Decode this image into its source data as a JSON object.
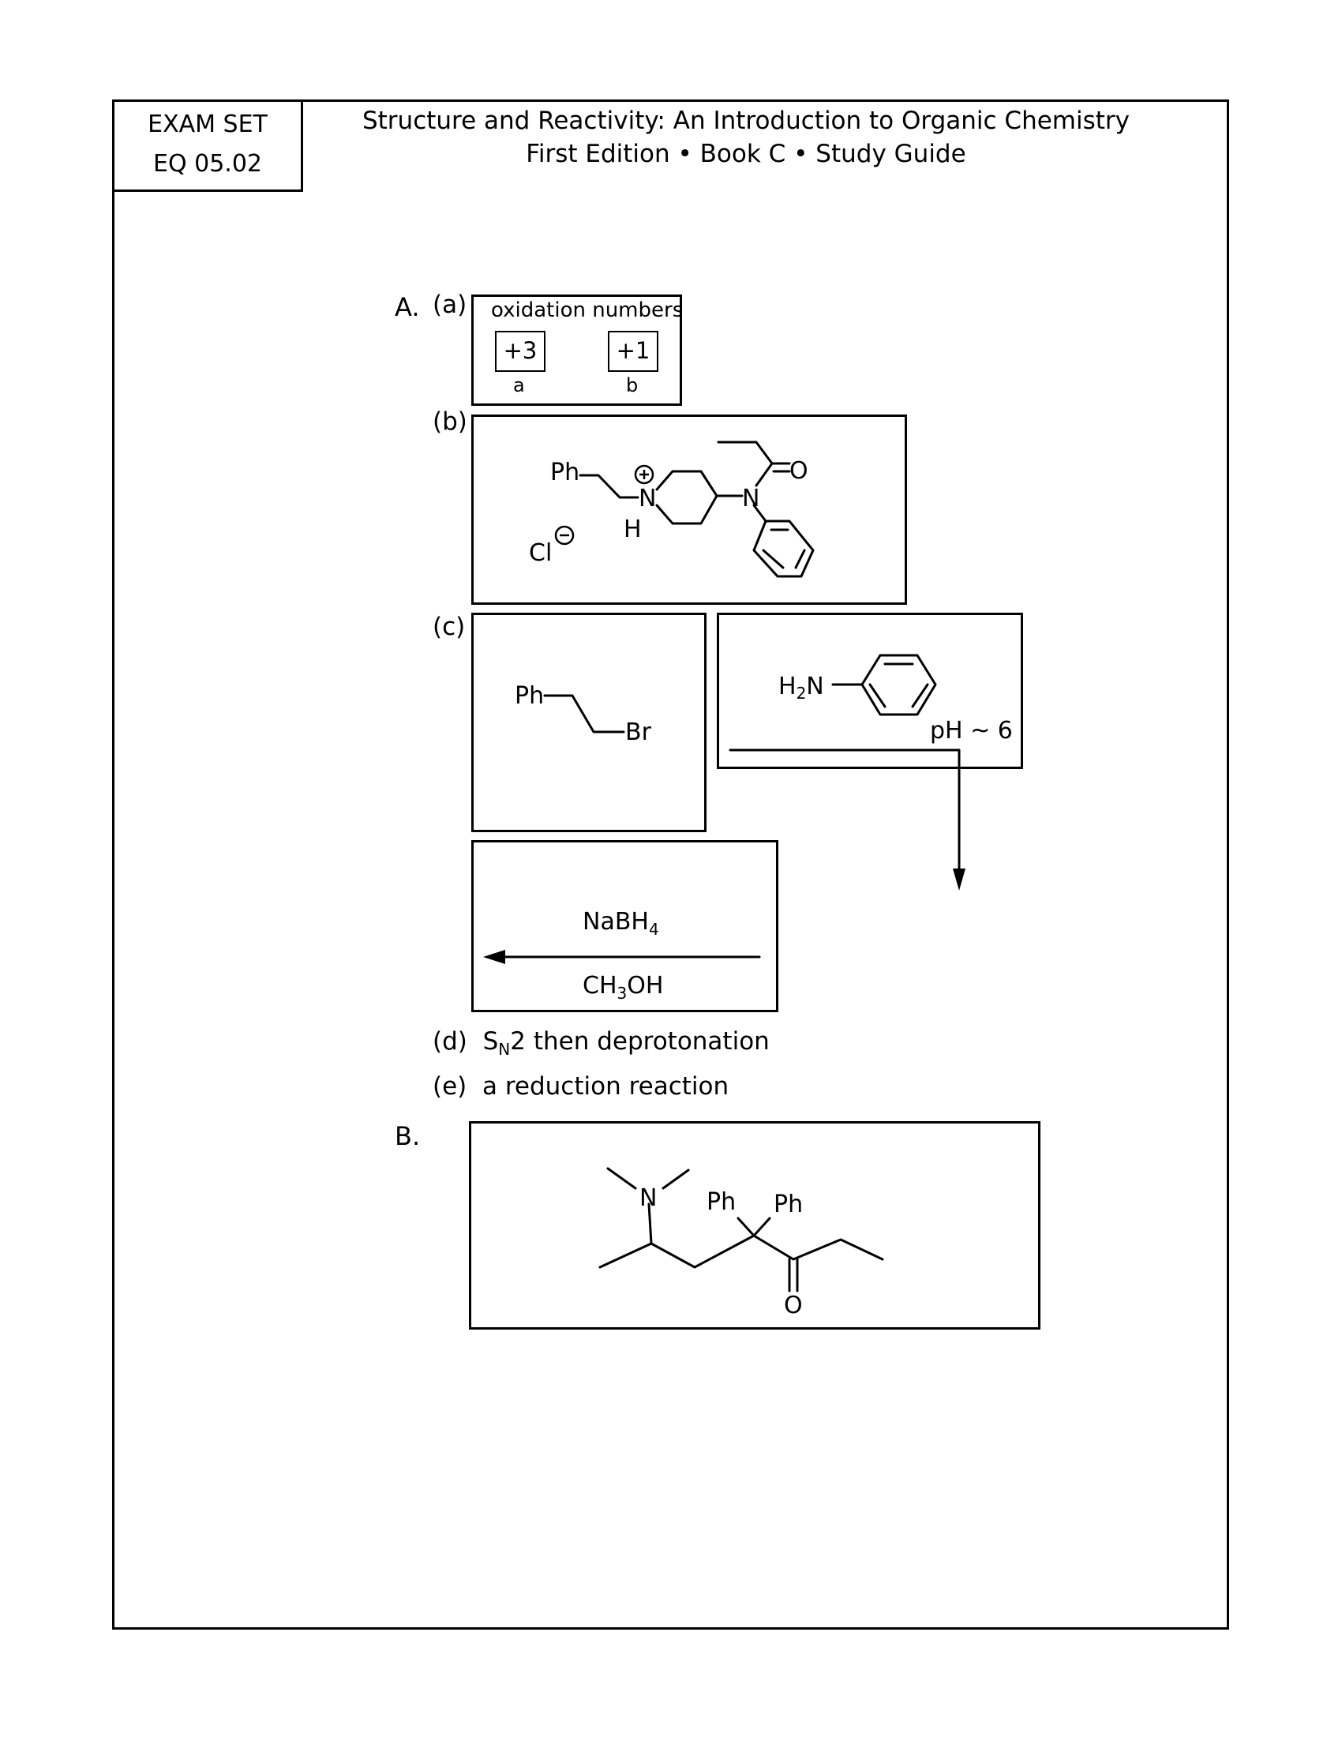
{
  "exam": {
    "line1": "EXAM SET",
    "line2": "EQ 05.02"
  },
  "header": {
    "title": "Structure and Reactivity: An Introduction to Organic Chemistry",
    "subtitle": "First Edition • Book C • Study Guide"
  },
  "partA": {
    "label": "A.",
    "a": {
      "label": "(a)",
      "box_title": "oxidation numbers",
      "values": [
        {
          "value": "+3",
          "tag": "a"
        },
        {
          "value": "+1",
          "tag": "b"
        }
      ]
    },
    "b": {
      "label": "(b)",
      "ph": "Ph",
      "n_left": "N",
      "h": "H",
      "n_right": "N",
      "o": "O",
      "cl": "Cl"
    },
    "c": {
      "label": "(c)",
      "ph": "Ph",
      "br": "Br",
      "h2n_h": "H",
      "h2n_sub": "2",
      "h2n_n": "N",
      "ph_cond": "pH ~ 6",
      "reagent_top_main": "NaBH",
      "reagent_top_sub": "4",
      "reagent_bottom_pre": "CH",
      "reagent_bottom_sub": "3",
      "reagent_bottom_post": "OH"
    },
    "d": {
      "label": "(d)",
      "s": "S",
      "sub": "N",
      "rest": "2 then deprotonation"
    },
    "e": {
      "label": "(e)",
      "text": "a reduction reaction"
    }
  },
  "partB": {
    "label": "B.",
    "n": "N",
    "ph1": "Ph",
    "ph2": "Ph",
    "o": "O"
  }
}
